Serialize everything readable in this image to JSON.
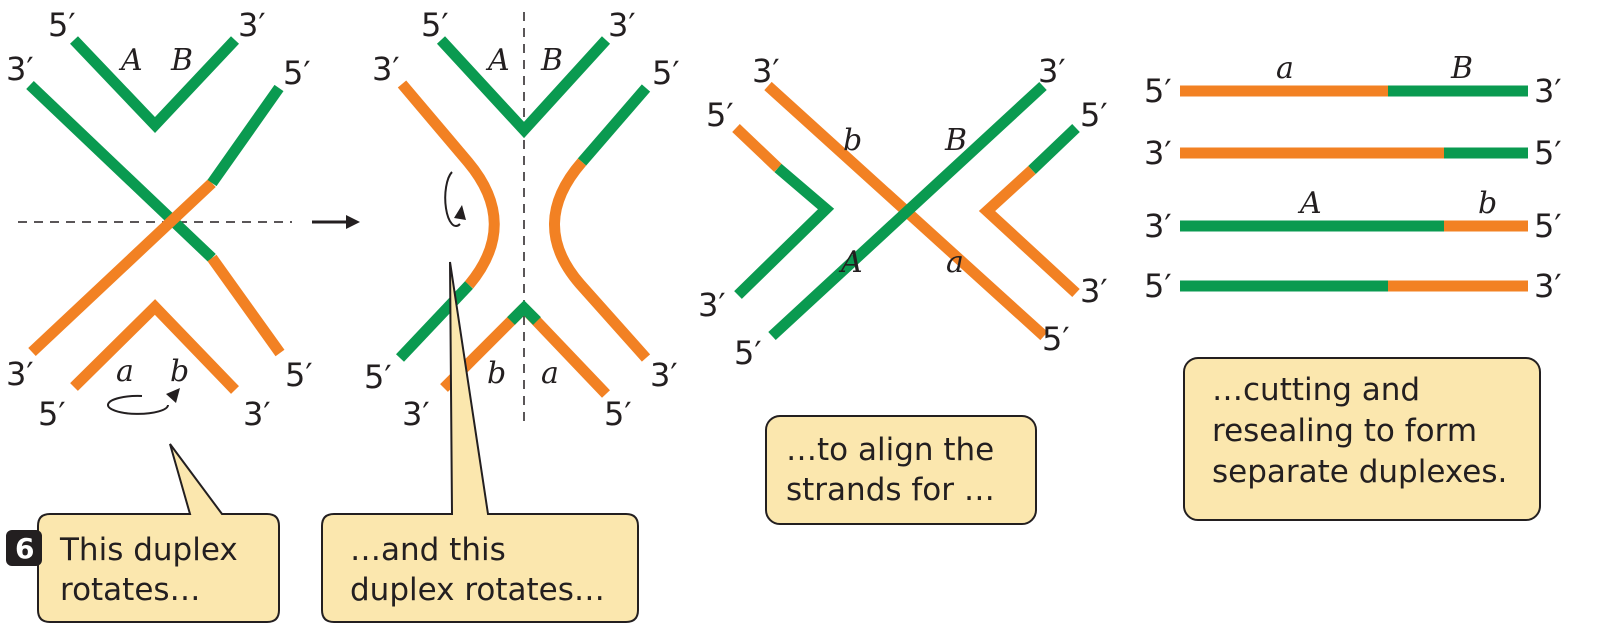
{
  "colors": {
    "green": "#0a9a50",
    "orange": "#f28123",
    "bubble": "#fbe7ae",
    "ink": "#231f20"
  },
  "prime5": "5′",
  "prime3": "3′",
  "labels": {
    "A": "A",
    "B": "B",
    "a": "a",
    "b": "b"
  },
  "step_number": "6",
  "captions": {
    "c1": [
      "This duplex",
      "rotates…"
    ],
    "c2": [
      "…and this",
      "duplex rotates…"
    ],
    "c3": [
      "…to align the",
      "strands for …"
    ],
    "c4": [
      "…cutting and",
      "resealing to form",
      "separate duplexes."
    ]
  }
}
